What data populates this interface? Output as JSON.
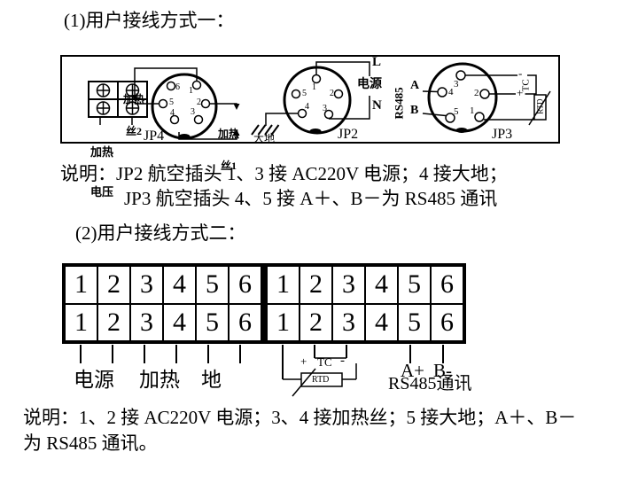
{
  "colors": {
    "paper": "#ffffff",
    "ink": "#000000"
  },
  "titles": {
    "method1": "(1)用户接线方式一：",
    "method2": "(2)用户接线方式二："
  },
  "notes": {
    "m1_line1": "说明：JP2 航空插头 1、3 接 AC220V 电源；4 接大地；",
    "m1_line2": "JP3 航空插头 4、5 接 A＋、B－为 RS485 通讯",
    "m2_line1": "说明：1、2 接 AC220V 电源；3、4 接加热丝；5 接大地；A＋、B－",
    "m2_line2": "为 RS485 通讯。"
  },
  "d1": {
    "grid_label_l1": "加热",
    "grid_label_l2": "电压",
    "jp4": {
      "name": "JP4",
      "p1": "1",
      "p2": "2",
      "p3": "3",
      "p4": "4",
      "p5": "5",
      "p6": "6",
      "heater2_l1": "加热",
      "heater2_l2": "丝2",
      "heater1_l1": "加热",
      "heater1_l2": "丝1"
    },
    "jp2": {
      "name": "JP2",
      "p1": "1",
      "p2": "2",
      "p3": "3",
      "p4": "4",
      "p5": "5",
      "live": "L",
      "neutral": "N",
      "power": "电源",
      "earth": "大地"
    },
    "jp3": {
      "name": "JP3",
      "p1": "1",
      "p2": "2",
      "p3": "3",
      "p4": "4",
      "p5": "5",
      "bus": "RS485",
      "line_a": "A",
      "line_b": "B",
      "minus": "-",
      "plus": "+",
      "tc": "TC",
      "rtd": "RTD"
    }
  },
  "d2": {
    "terminals": [
      "1",
      "2",
      "3",
      "4",
      "5",
      "6"
    ],
    "power": "电源",
    "heat": "加热",
    "earth": "地",
    "tc_plus": "+",
    "tc": "TC",
    "tc_minus": "-",
    "rtd": "RTD",
    "a_plus": "A+",
    "b_minus": "B-",
    "rs485": "RS485通讯"
  }
}
